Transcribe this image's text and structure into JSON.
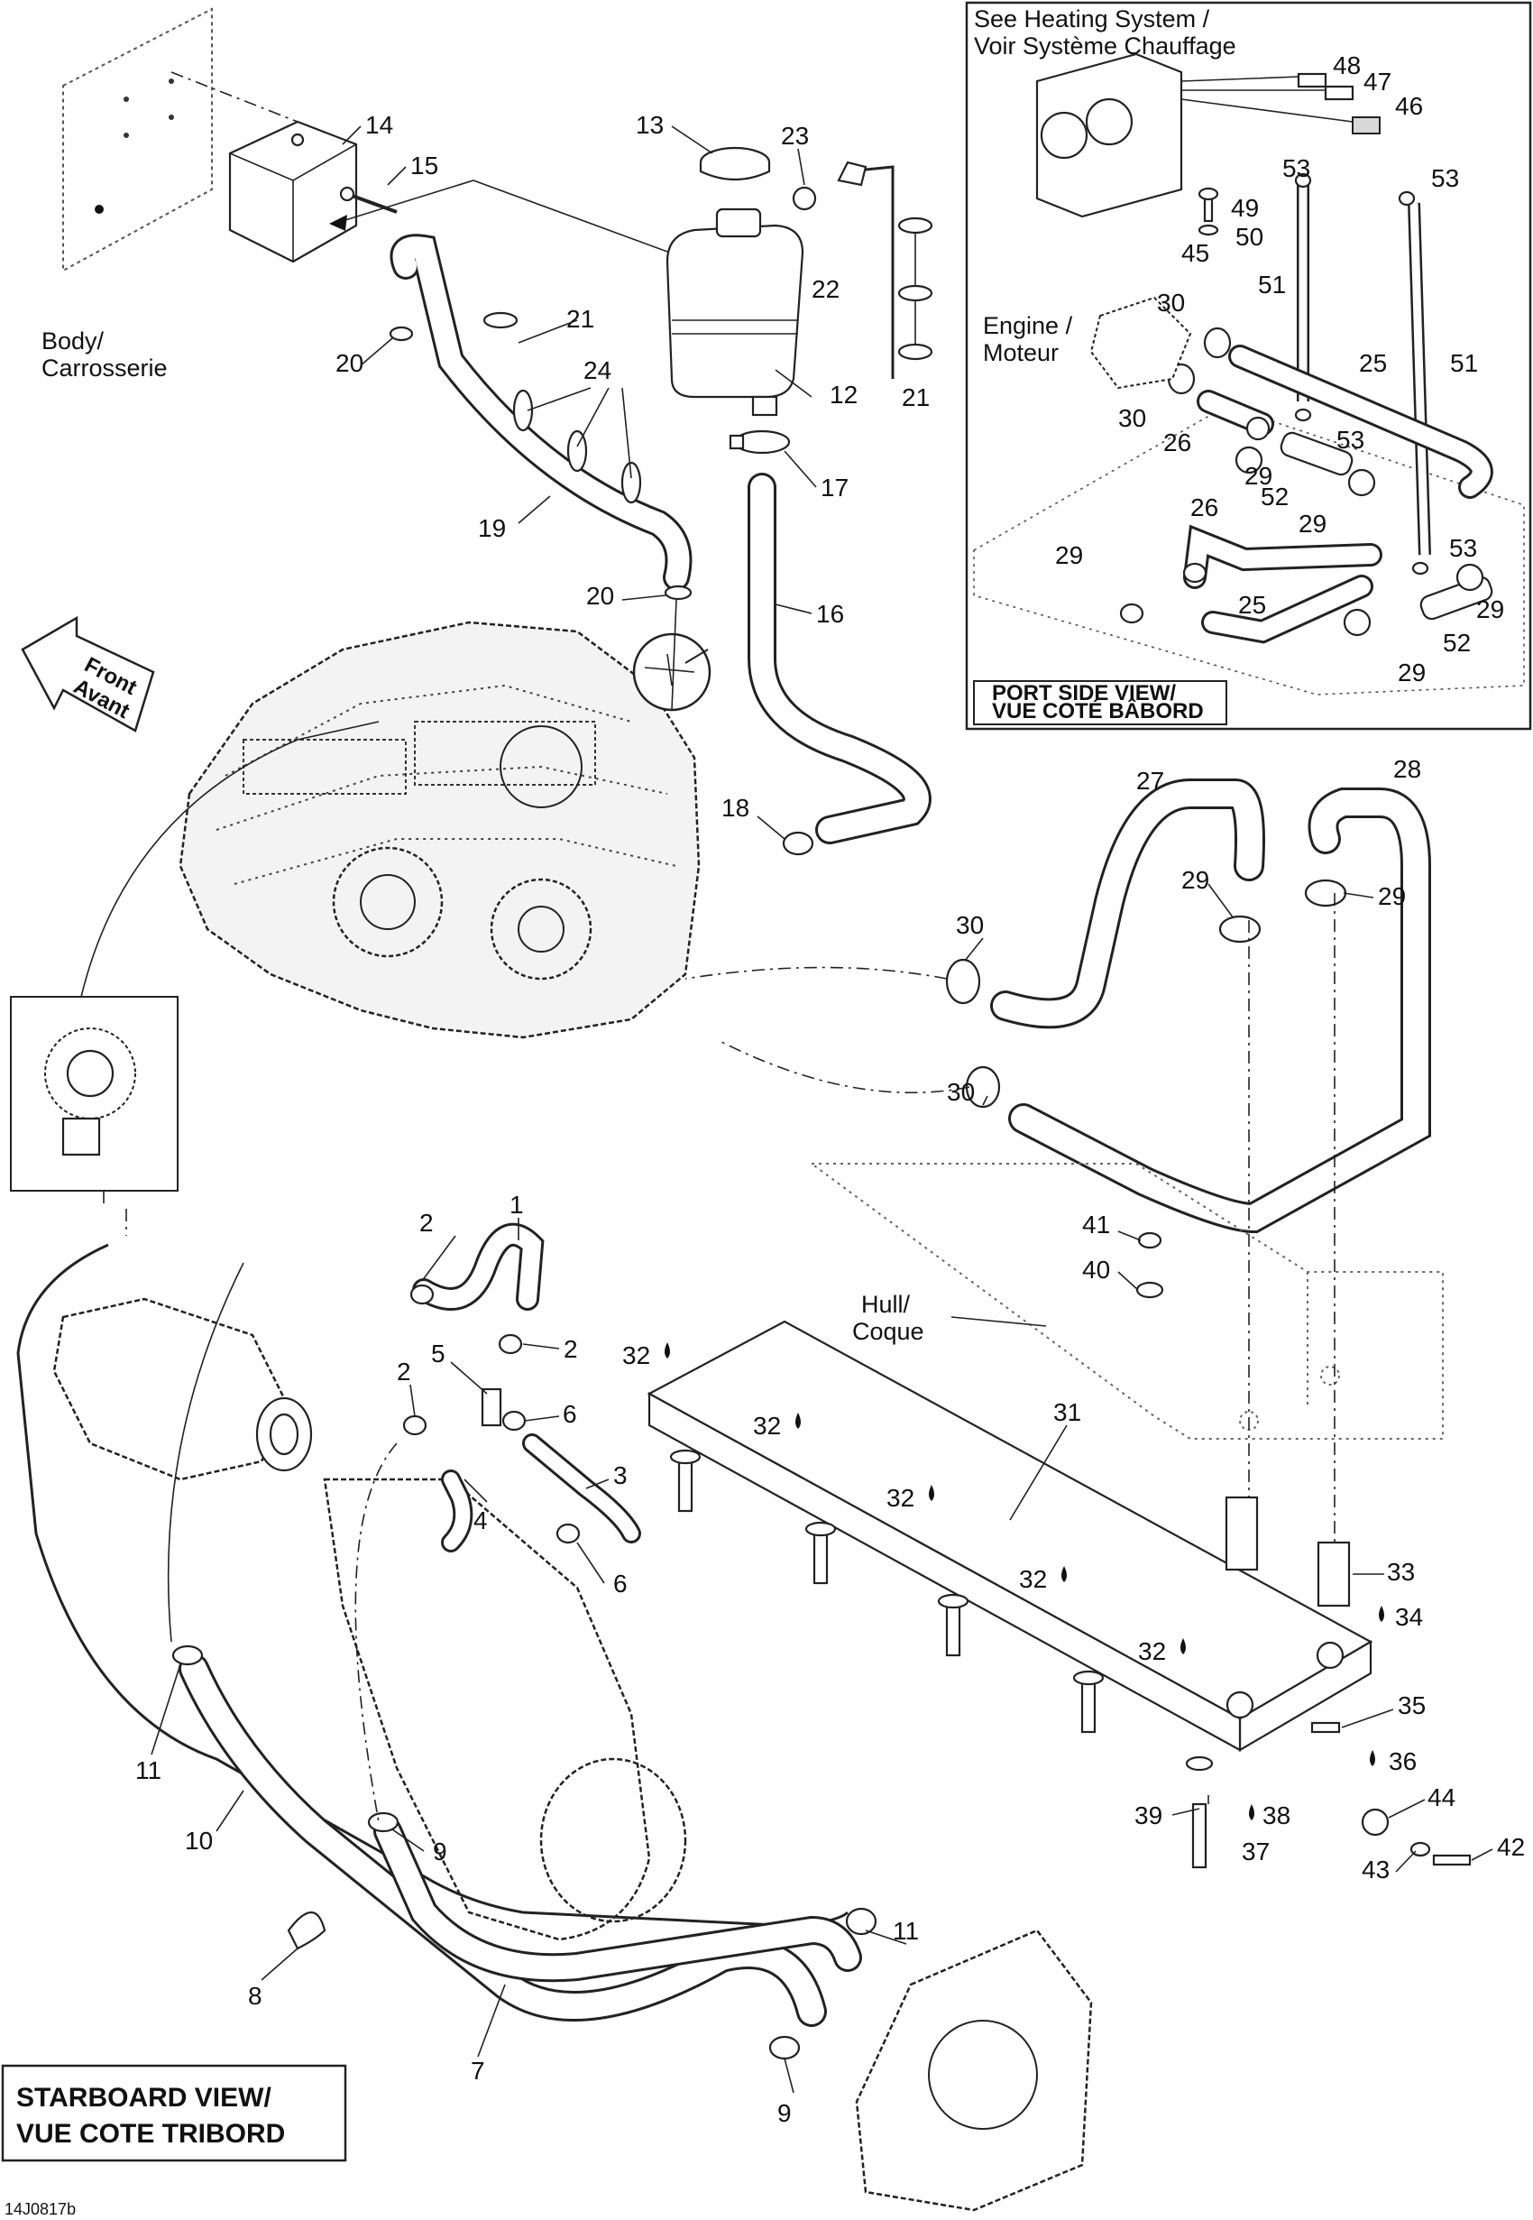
{
  "diagram_id": "14J0817b",
  "views": {
    "starboard": "STARBOARD VIEW/\nVUE COTE TRIBORD",
    "port_line1": "PORT SIDE VIEW/",
    "port_line2": "VUE COTÉ BÂBORD",
    "starboard_line1": "STARBOARD VIEW/",
    "starboard_line2": "VUE COTE TRIBORD"
  },
  "labels": {
    "heating_line1": "See Heating System /",
    "heating_line2": "Voir Système Chauffage",
    "body_line1": "Body/",
    "body_line2": "Carrosserie",
    "engine_line1": "Engine /",
    "engine_line2": "Moteur",
    "hull_line1": "Hull/",
    "hull_line2": "Coque",
    "front_line1": "Front",
    "front_line2": "Avant"
  },
  "callouts": {
    "c1": "1",
    "c2a": "2",
    "c2b": "2",
    "c2c": "2",
    "c3": "3",
    "c4": "4",
    "c5": "5",
    "c6a": "6",
    "c6b": "6",
    "c7": "7",
    "c8": "8",
    "c9a": "9",
    "c9b": "9",
    "c10": "10",
    "c11a": "11",
    "c11b": "11",
    "c12": "12",
    "c13": "13",
    "c14": "14",
    "c15": "15",
    "c16": "16",
    "c17": "17",
    "c18": "18",
    "c19": "19",
    "c20a": "20",
    "c20b": "20",
    "c21a": "21",
    "c21b": "21",
    "c22": "22",
    "c23": "23",
    "c24": "24",
    "c25a": "25",
    "c25b": "25",
    "c26a": "26",
    "c26b": "26",
    "c27": "27",
    "c28": "28",
    "c29a": "29",
    "c29b": "29",
    "c29c": "29",
    "c29d": "29",
    "c29e": "29",
    "c29f": "29",
    "c29g": "29",
    "c30a": "30",
    "c30b": "30",
    "c30c": "30",
    "c30d": "30",
    "c31": "31",
    "c32a": "32",
    "c32b": "32",
    "c32c": "32",
    "c32d": "32",
    "c32e": "32",
    "c33": "33",
    "c34": "34",
    "c35": "35",
    "c36": "36",
    "c37": "37",
    "c38": "38",
    "c39": "39",
    "c40": "40",
    "c41": "41",
    "c42": "42",
    "c43": "43",
    "c44": "44",
    "c45": "45",
    "c46": "46",
    "c47": "47",
    "c48": "48",
    "c49": "49",
    "c50": "50",
    "c51a": "51",
    "c51b": "51",
    "c52a": "52",
    "c52b": "52",
    "c53a": "53",
    "c53b": "53",
    "c53c": "53",
    "c53d": "53"
  }
}
